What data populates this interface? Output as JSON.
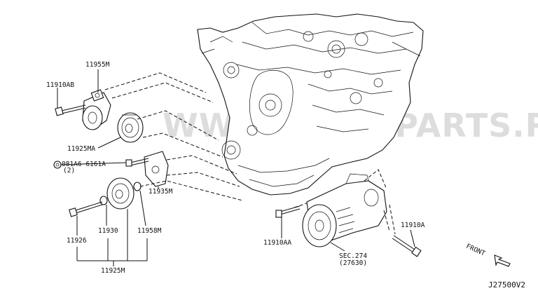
{
  "diagram": {
    "code": "J27500V2",
    "watermark": "WWW.JAPANPARTS.RU",
    "labels": {
      "p11955M": "11955M",
      "p11910AB": "11910AB",
      "p11925MA": "11925MA",
      "p081A6": "081A6-6161A",
      "p081A6_qty": "(2)",
      "p11935M": "11935M",
      "p11930": "11930",
      "p11958M": "11958M",
      "p11926": "11926",
      "p11925M": "11925M",
      "p11910AA": "11910AA",
      "sec_274": "SEC.274",
      "sec_27630": "(27630)",
      "p11910A": "11910A",
      "front": "FRONT"
    }
  }
}
